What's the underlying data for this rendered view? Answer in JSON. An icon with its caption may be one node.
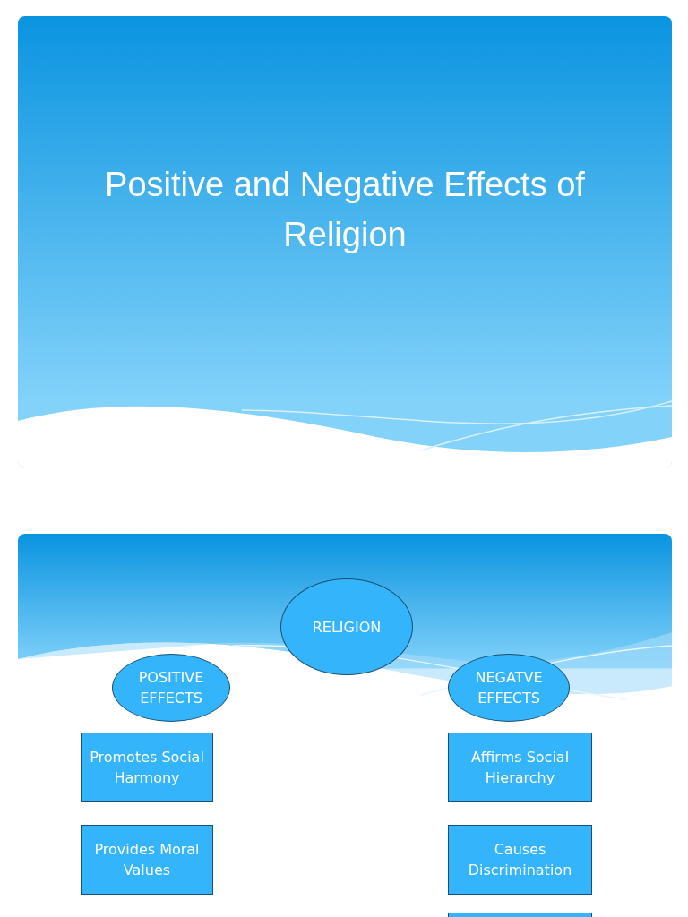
{
  "diagram": {
    "title": "Positive and Negative Effects of Religion",
    "nodes": [
      {
        "text": [
          "RELIGION"
        ]
      },
      {
        "text": [
          "POSITIVE EFFECTS"
        ]
      },
      {
        "text": [
          "NEGATVE EFFECTS"
        ]
      },
      {
        "text": [
          "Promotes Social Harmony"
        ]
      },
      {
        "text": [
          "Affirms Social Hierarchy"
        ]
      },
      {
        "text": [
          "Provides Moral Values"
        ]
      },
      {
        "text": [
          "Causes Discrimination"
        ]
      },
      {
        "text": [],
        "shape": "box"
      }
    ],
    "edges": []
  }
}
